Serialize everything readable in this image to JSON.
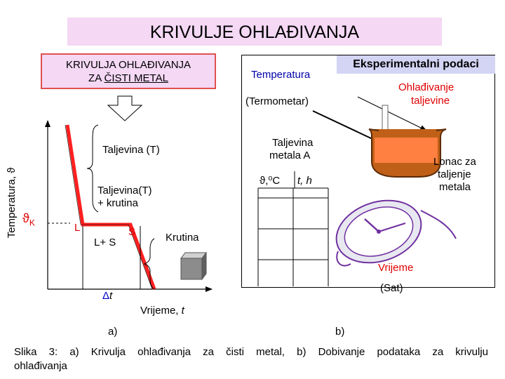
{
  "title": "KRIVULJE OHLAĐIVANJA",
  "left_box": {
    "line1": "KRIVULJA OHLAĐIVANJA",
    "line2_prefix": "ZA ",
    "line2_underlined": "ČISTI METAL"
  },
  "axis": {
    "y_label": "Temperatura, ϑ",
    "x_label_prefix": "Vrijeme, ",
    "x_label_var": "t",
    "theta_k": "ϑ",
    "theta_k_sub": "K",
    "delta_t": "Δ",
    "delta_t_var": "t"
  },
  "curve_labels": {
    "liquid": "Taljevina (T)",
    "mix_line1": "Taljevina(T)",
    "mix_line2": "+ krutina",
    "L": "L",
    "LS": "L+ S",
    "S": "S",
    "solid": "Krutina"
  },
  "experiment": {
    "header": "Eksperimentalni podaci",
    "temperatura": "Temperatura",
    "termometar": "(Termometar)",
    "hladjenje_line1": "Ohlađivanje",
    "hladjenje_line2": "taljevine",
    "taljevina_line1": "Taljevina",
    "taljevina_line2": "metala A",
    "lonac_line1": "Lonac za",
    "lonac_line2": "taljenje",
    "lonac_line3": "metala",
    "table_col1": "ϑ,⁰C",
    "table_col2": "t, h",
    "vrijeme": "Vrijeme",
    "sat": "(Sat)"
  },
  "panel_a": "a)",
  "panel_b": "b)",
  "caption_line1": "Slika 3: a) Krivulja ohlađivanja za čisti metal, b) Dobivanje podataka za krivulju",
  "caption_line2": "ohlađivanja",
  "colors": {
    "title_bg": "#f4d8f4",
    "header_bg": "#d4d4f4",
    "curve": "#ff2020",
    "clock": "#7030a0",
    "liquid": "#ff8040"
  }
}
